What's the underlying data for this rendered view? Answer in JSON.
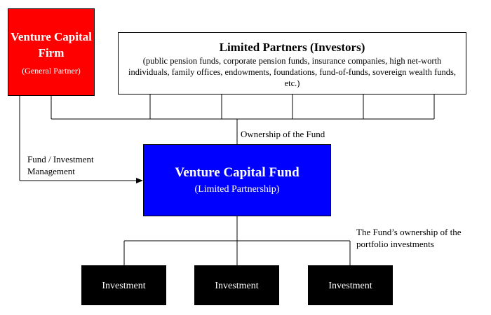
{
  "vc_firm": {
    "title": "Venture Capital Firm",
    "subtitle": "(General Partner)",
    "color": "#ff0000"
  },
  "limited_partners": {
    "title": "Limited Partners (Investors)",
    "description": "(public pension funds, corporate pension funds, insurance companies, high net-worth individuals, family offices, endowments, foundations, fund-of-funds, sovereign wealth funds, etc.)"
  },
  "fund": {
    "title": "Venture Capital Fund",
    "subtitle": "(Limited Partnership)",
    "color": "#0000ff"
  },
  "labels": {
    "ownership": "Ownership of the Fund",
    "management": "Fund / Investment Management",
    "portfolio": "The Fund’s ownership of the portfolio investments"
  },
  "investments": [
    {
      "label": "Investment"
    },
    {
      "label": "Investment"
    },
    {
      "label": "Investment"
    }
  ]
}
